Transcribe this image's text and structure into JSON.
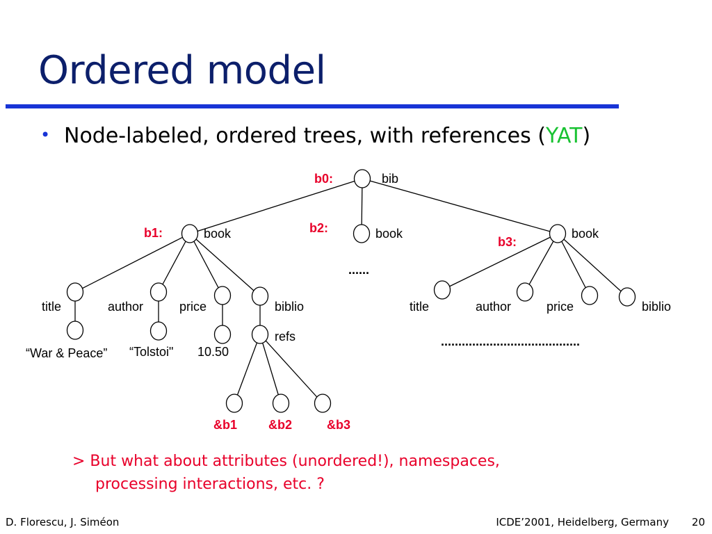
{
  "slide": {
    "title": "Ordered model",
    "bullet": {
      "marker": "•",
      "text_before": "Node-labeled, ordered trees, with references (",
      "highlight": "YAT",
      "text_after": ")"
    },
    "note": {
      "line1": "> But what about attributes (unordered!), namespaces,",
      "line2": "processing interactions, etc. ?"
    },
    "footer": {
      "authors": "D. Florescu, J. Siméon",
      "venue": "ICDE’2001, Heidelberg, Germany",
      "page": "20"
    }
  },
  "colors": {
    "title": "#0c1f6b",
    "rule": "#1834d6",
    "highlight": "#19c232",
    "reference": "#e8002a"
  },
  "tree": {
    "root": {
      "id": "b0:",
      "label": "bib"
    },
    "b1": {
      "id": "b1:",
      "label": "book",
      "children": {
        "title": "title",
        "author": "author",
        "price": "price",
        "biblio": "biblio",
        "title_value": "“War & Peace”",
        "author_value": "“Tolstoi\"",
        "price_value": "10.50",
        "refs": "refs",
        "ref_1": "&b1",
        "ref_2": "&b2",
        "ref_3": "&b3"
      }
    },
    "b2": {
      "id": "b2:",
      "label": "book",
      "ellipsis": "......"
    },
    "b3": {
      "id": "b3:",
      "label": "book",
      "children": {
        "title": "title",
        "author": "author",
        "price": "price",
        "biblio": "biblio"
      },
      "ellipsis": "........................................"
    }
  }
}
